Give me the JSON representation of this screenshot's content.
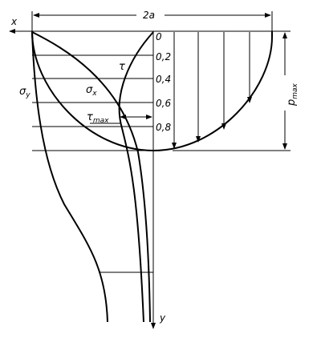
{
  "labels": {
    "top_dim": "2a",
    "x_axis": "x",
    "y_axis": "y",
    "sigma_y": "σ",
    "sigma_y_sub": "y",
    "sigma_x": "σ",
    "sigma_x_sub": "x",
    "tau": "τ",
    "tau_max": "τ",
    "tau_max_sub": "max",
    "p_max": "p",
    "p_max_sub": "max"
  },
  "ticks": [
    "0",
    "0,2",
    "0,4",
    "0,6",
    "0,8"
  ],
  "colors": {
    "stroke": "#000000",
    "background": "#ffffff"
  }
}
